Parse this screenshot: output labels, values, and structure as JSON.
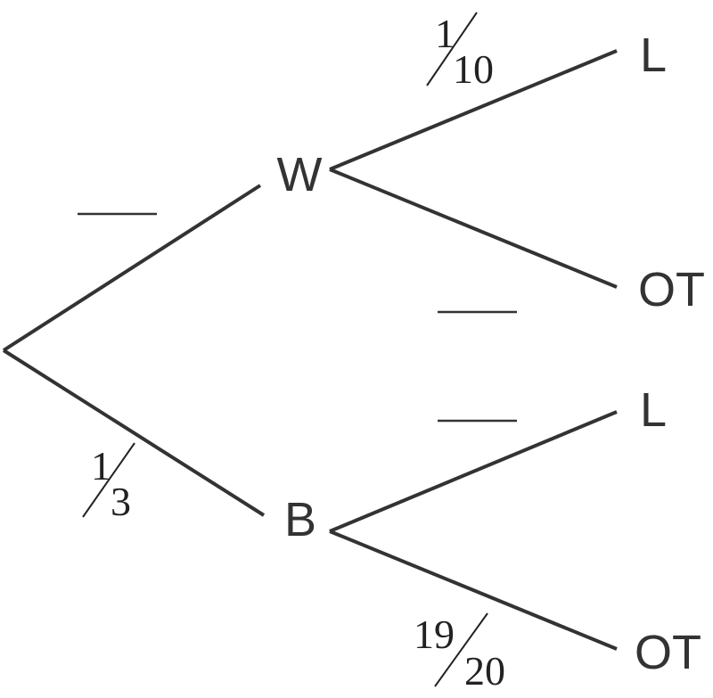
{
  "tree": {
    "root": {
      "name": "root"
    },
    "level1": [
      {
        "id": "W",
        "label": "W",
        "branch_prob": {
          "numerator": "",
          "denominator": "",
          "blank": true
        }
      },
      {
        "id": "B",
        "label": "B",
        "branch_prob": {
          "numerator": "1",
          "denominator": "3",
          "blank": false
        }
      }
    ],
    "level2": [
      {
        "parent": "W",
        "label": "L",
        "branch_prob": {
          "numerator": "1",
          "denominator": "10",
          "blank": false
        }
      },
      {
        "parent": "W",
        "label": "OT",
        "branch_prob": {
          "numerator": "",
          "denominator": "",
          "blank": true
        }
      },
      {
        "parent": "B",
        "label": "L",
        "branch_prob": {
          "numerator": "",
          "denominator": "",
          "blank": true
        }
      },
      {
        "parent": "B",
        "label": "OT",
        "branch_prob": {
          "numerator": "19",
          "denominator": "20",
          "blank": false
        }
      }
    ]
  }
}
